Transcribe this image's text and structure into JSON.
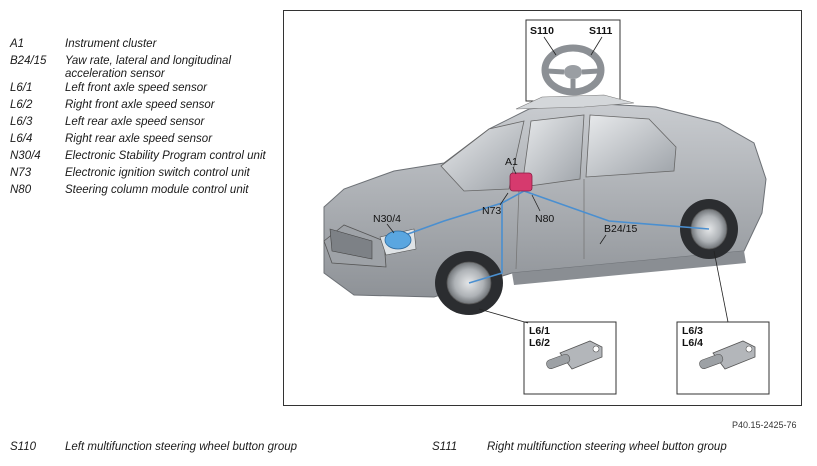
{
  "legend": [
    {
      "code": "A1",
      "desc": "Instrument cluster"
    },
    {
      "code": "B24/15",
      "desc": "Yaw rate, lateral and longitudinal acceleration sensor"
    },
    {
      "code": "L6/1",
      "desc": "Left front axle speed sensor"
    },
    {
      "code": "L6/2",
      "desc": "Right front axle speed sensor"
    },
    {
      "code": "L6/3",
      "desc": "Left rear axle speed sensor"
    },
    {
      "code": "L6/4",
      "desc": "Right rear axle speed sensor"
    },
    {
      "code": "N30/4",
      "desc": "Electronic Stability Program control unit"
    },
    {
      "code": "N73",
      "desc": "Electronic ignition switch control unit"
    },
    {
      "code": "N80",
      "desc": "Steering column module control unit"
    }
  ],
  "footer": [
    {
      "code": "S110",
      "desc": "Left multifunction steering wheel button group"
    },
    {
      "code": "S111",
      "desc": "Right multifunction steering wheel button group"
    }
  ],
  "figure": {
    "reference": "P40.15-2425-76",
    "labels": {
      "s110": "S110",
      "s111": "S111",
      "a1": "A1",
      "n30_4": "N30/4",
      "n73": "N73",
      "n80": "N80",
      "b24_15": "B24/15",
      "l6_1": "L6/1",
      "l6_2": "L6/2",
      "l6_3": "L6/3",
      "l6_4": "L6/4"
    }
  },
  "colors": {
    "car_body": "#a9adb2",
    "wiring": "#4a8fd0",
    "instrument_cluster": "#d63a6e",
    "esp_unit": "#5aa6e0"
  }
}
